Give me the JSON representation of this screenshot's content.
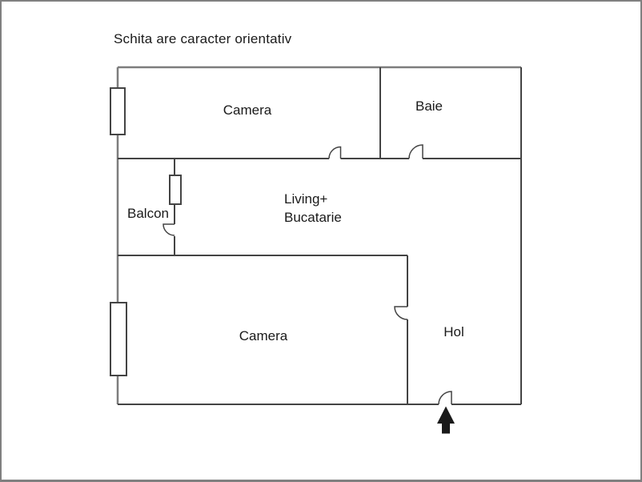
{
  "page": {
    "title": "Schita are caracter orientativ"
  },
  "floor_plan": {
    "rooms": {
      "camera_top": "Camera",
      "baie": "Baie",
      "living_line1": "Living+",
      "living_line2": "Bucatarie",
      "balcon": "Balcon",
      "camera_bottom": "Camera",
      "hol": "Hol"
    },
    "icons": {
      "entrance_arrow": "up-arrow-entrance"
    },
    "colors": {
      "frame": "#808080",
      "outer_wall": "#7d7d7d",
      "wall": "#444444",
      "text": "#1a1a1a",
      "arrow": "#1a1a1a",
      "background": "#ffffff"
    }
  }
}
